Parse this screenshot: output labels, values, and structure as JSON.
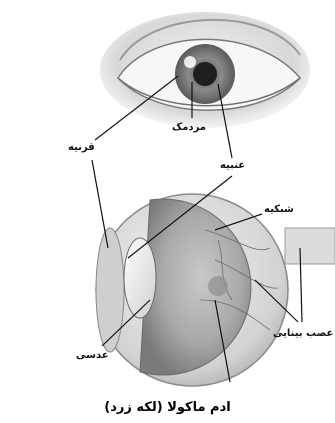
{
  "labels": {
    "pupil": "مردمک",
    "cornea": "قرنیه",
    "iris": "عنبیه",
    "retina": "شبکیه",
    "optic_nerve": "عصب بینایی",
    "lens": "عدسی"
  },
  "caption": "ادم ماکولا (لکه زرد)"
}
